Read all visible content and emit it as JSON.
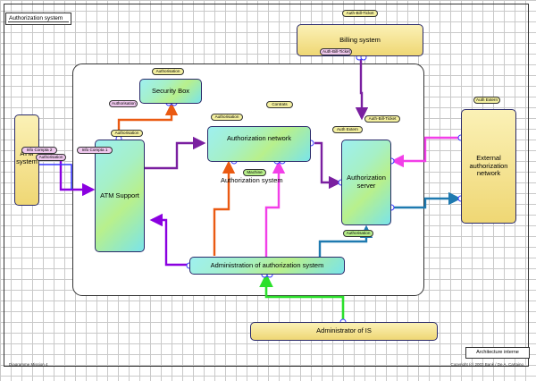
{
  "diagram": {
    "title": "Authorization system",
    "container_label": "Authorization system",
    "boxes": {
      "billing": "Billing system",
      "security": "Security Box",
      "auth_network": "Authorization network",
      "atm_system": "ATM system",
      "atm_support": "ATM Support",
      "auth_server": "Authorization server",
      "external": "External authorization network",
      "administration": "Administration of authorization system",
      "administrator": "Administrator of IS"
    },
    "pills": {
      "billing_top": "Auth-Bill-Ticket",
      "billing_bottom": "Auth-Bill-Ticket",
      "security_top": "Authorisation",
      "security_left": "Authorisation",
      "atm_support_top": "Authorisation",
      "atm_left1": "Info Compta 2",
      "atm_left2": "Authorisation",
      "atm_left3": "Info Compta 1",
      "net_top_left": "Authorisation",
      "net_top_right": "Contrats",
      "machine": "Machine",
      "server_top_left": "Auth Extern",
      "server_top_right": "Auth-Bill-Ticket",
      "server_bottom": "Authorisation",
      "external_top": "Auth Extern"
    },
    "reference": "Architecture interne",
    "footer_left": "Diagramme Mission 4",
    "footer_right": "Copyright (c) 2003 Bank / De A. Cartaino",
    "colors": {
      "purple": "#7a1fa0",
      "violet": "#8a00e0",
      "orange": "#ea5a12",
      "magenta": "#f23fe8",
      "teal": "#1f7ab0",
      "green": "#2ce02c",
      "blue_link": "#3838ff"
    }
  }
}
